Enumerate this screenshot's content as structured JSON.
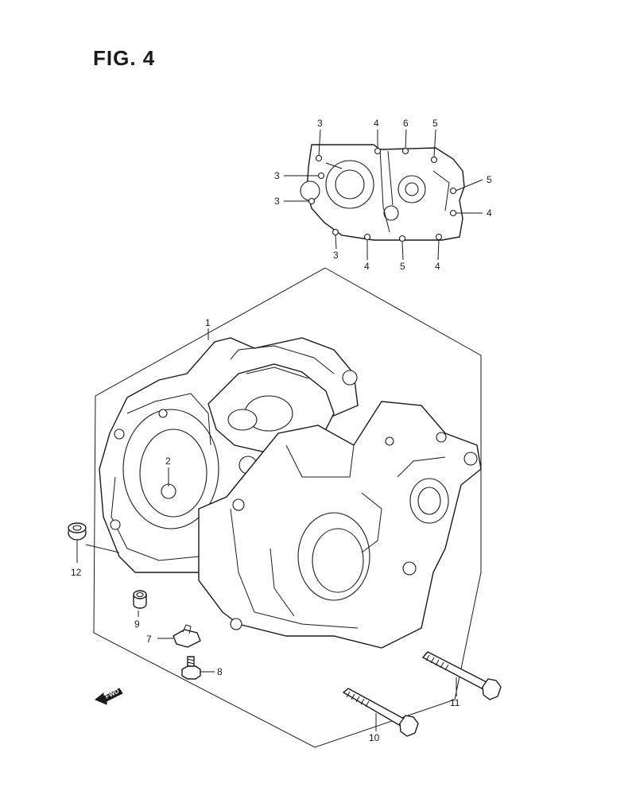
{
  "figure": {
    "title": "FIG. 4"
  },
  "callouts": {
    "c1": "1",
    "c2": "2",
    "c3a": "3",
    "c3b": "3",
    "c3c": "3",
    "c3d": "3",
    "c4a": "4",
    "c4b": "4",
    "c4c": "4",
    "c4d": "4",
    "c5a": "5",
    "c5b": "5",
    "c5c": "5",
    "c6": "6",
    "c7": "7",
    "c8": "8",
    "c9": "9",
    "c10": "10",
    "c11": "11",
    "c12": "12"
  },
  "fwd_arrow": {
    "label": "FWD"
  }
}
